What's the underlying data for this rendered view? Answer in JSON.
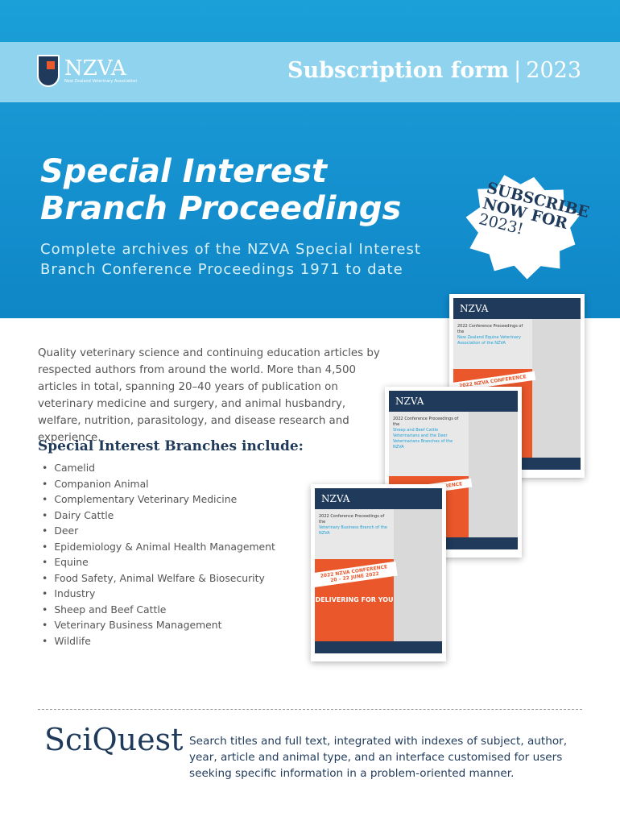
{
  "header": {
    "logo_name": "NZVA",
    "logo_sub": "New Zealand Veterinary Association",
    "form_title": "Subscription form",
    "separator": "|",
    "year": "2023"
  },
  "hero": {
    "title_line1": "Special Interest",
    "title_line2": "Branch Proceedings",
    "subtitle_line1": "Complete archives of the NZVA Special Interest",
    "subtitle_line2": "Branch Conference Proceedings 1971 to date"
  },
  "badge": {
    "line1": "SUBSCRIBE",
    "line2": "NOW FOR",
    "line3": "2023!"
  },
  "intro": "Quality veterinary science and continuing education articles by respected authors from around the world. More than 4,500 articles in total, spanning 20–40 years of publication on veterinary medicine and surgery, and animal husbandry, welfare, nutrition, parasitology, and disease research and experience.",
  "branches": {
    "heading": "Special Interest Branches include:",
    "items": [
      "Camelid",
      "Companion Animal",
      "Complementary Veterinary Medicine",
      "Dairy Cattle",
      "Deer",
      "Epidemiology & Animal Health Management",
      "Equine",
      "Food Safety, Animal Welfare & Biosecurity",
      "Industry",
      "Sheep and Beef Cattle",
      "Veterinary Business Management",
      "Wildlife"
    ]
  },
  "covers": [
    {
      "logo": "NZVA",
      "heading": "2022 Conference Proceedings of the",
      "branch": "New Zealand Equine Veterinary Association of the NZVA",
      "conference": "2022 NZVA CONFERENCE"
    },
    {
      "logo": "NZVA",
      "heading": "2022 Conference Proceedings of the",
      "branch": "Sheep and Beef Cattle Veterinarians and the Deer Veterinarians Branches of the NZVA",
      "conference": "2022 NZVA CONFERENCE"
    },
    {
      "logo": "NZVA",
      "heading": "2022 Conference Proceedings of the",
      "branch": "Veterinary Business Branch of the NZVA",
      "conference": "2022 NZVA CONFERENCE",
      "dates": "20 – 22 JUNE 2022",
      "tagline": "DELIVERING FOR YOU"
    }
  ],
  "footer": {
    "brand": "SciQuest",
    "text": "Search titles and full text, integrated with indexes of subject, author, year, article and animal type, and an interface customised for users seeking specific information in a problem-oriented manner."
  }
}
